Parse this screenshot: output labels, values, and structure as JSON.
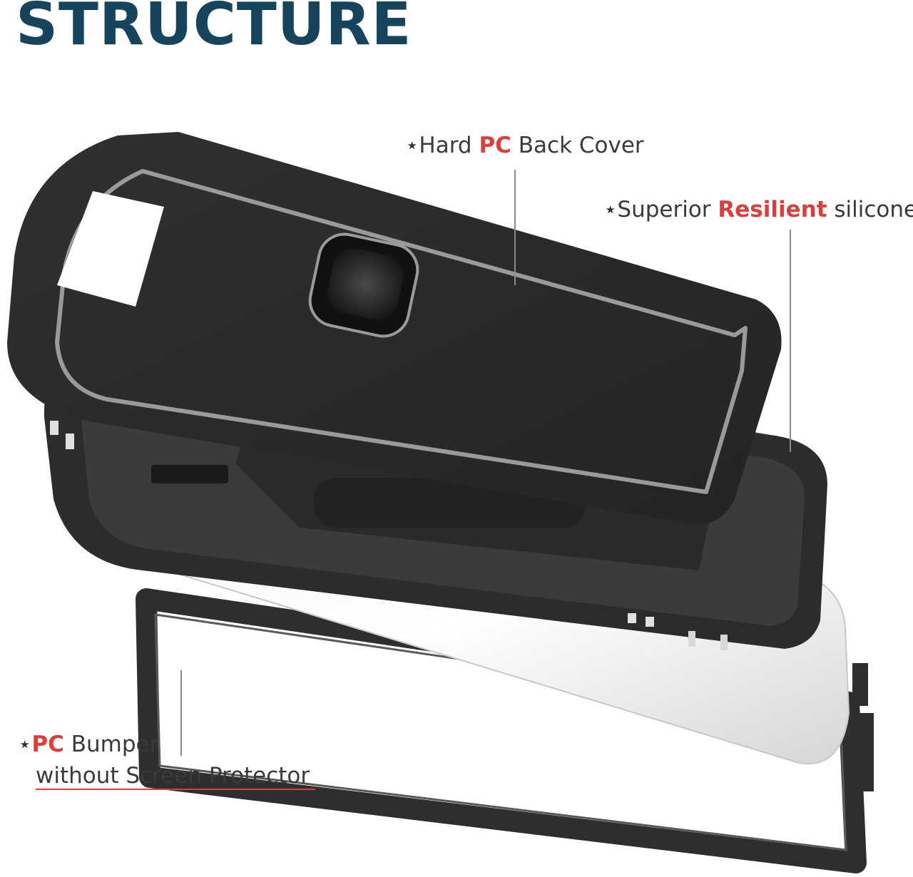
{
  "title": "STRUCTURE",
  "labels": {
    "back_cover": {
      "star": "⋆",
      "pre": "Hard ",
      "accent": "PC",
      "post": " Back Cover"
    },
    "silicone": {
      "star": "⋆",
      "pre": "Superior ",
      "accent": "Resilient",
      "post": " silicone"
    },
    "bumper": {
      "star": "⋆",
      "accent": "PC",
      "post": " Bumper"
    },
    "bumper_sub": "without Screen Protector"
  },
  "colors": {
    "title": "#17445d",
    "accent": "#d9403c",
    "text": "#3a3a3a",
    "case": "#2b2b2b",
    "trim": "#9a9a9a"
  }
}
